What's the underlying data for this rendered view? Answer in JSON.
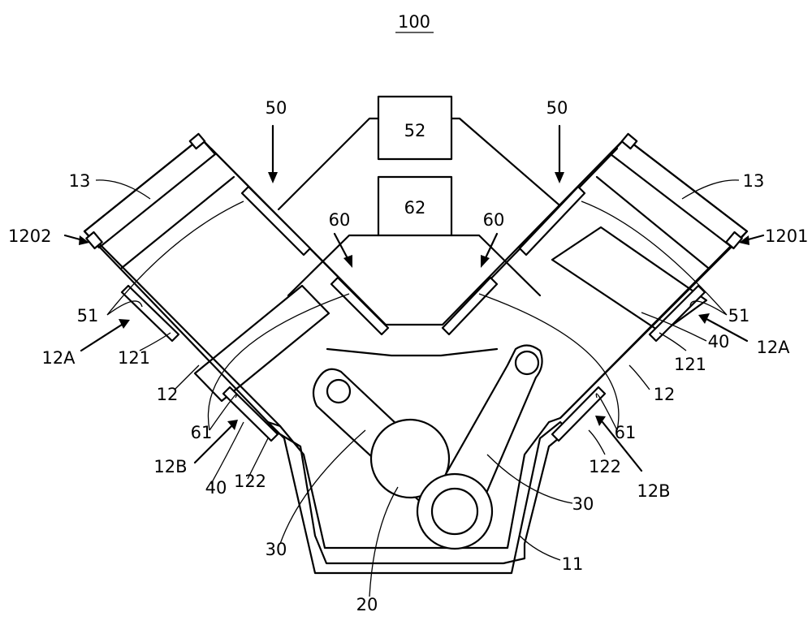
{
  "figure_number": "100",
  "boxes": {
    "controller_top": "52",
    "controller_bottom": "62"
  },
  "labels": {
    "l50_left": "50",
    "l50_right": "50",
    "l60_left": "60",
    "l60_right": "60",
    "l13_left": "13",
    "l13_right": "13",
    "l1202": "1202",
    "l1201": "1201",
    "l51_left": "51",
    "l51_right": "51",
    "l12A_left": "12A",
    "l12A_right": "12A",
    "l121_left": "121",
    "l121_right": "121",
    "l12_left": "12",
    "l12_right": "12",
    "l40_left": "40",
    "l40_right": "40",
    "l61_left": "61",
    "l61_right": "61",
    "l12B_left": "12B",
    "l12B_right": "12B",
    "l122_left": "122",
    "l122_right": "122",
    "l30_left": "30",
    "l30_right": "30",
    "l20": "20",
    "l11": "11"
  }
}
